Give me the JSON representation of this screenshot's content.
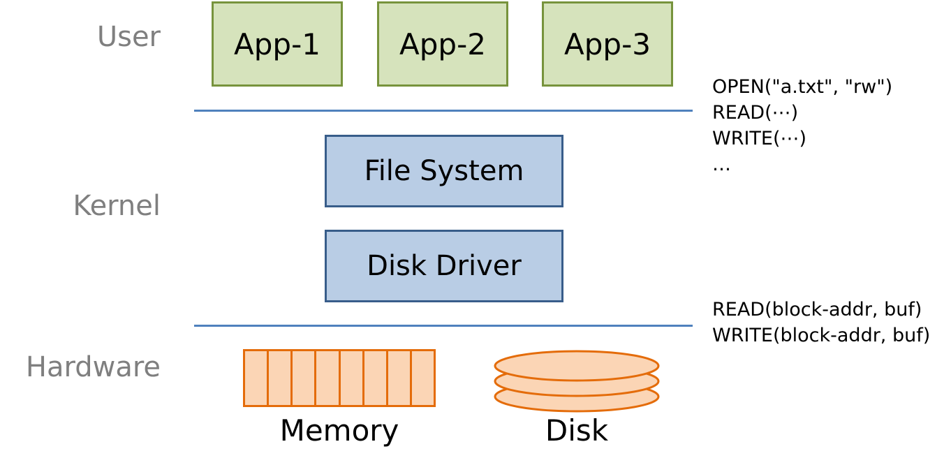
{
  "layers": {
    "user": "User",
    "kernel": "Kernel",
    "hardware": "Hardware"
  },
  "apps": [
    "App-1",
    "App-2",
    "App-3"
  ],
  "kernel": {
    "file_system": "File System",
    "disk_driver": "Disk Driver"
  },
  "syscalls": [
    "OPEN(\"a.txt\", \"rw\")",
    "READ(⋯)",
    "WRITE(⋯)",
    "…"
  ],
  "driver_calls": [
    "READ(block-addr, buf)",
    "WRITE(block-addr, buf)"
  ],
  "hardware": {
    "memory": "Memory",
    "disk": "Disk"
  },
  "colors": {
    "app_fill": "#d6e3bc",
    "app_border": "#77933c",
    "kernel_fill": "#b9cde5",
    "kernel_border": "#385d8a",
    "divider": "#4f81bd",
    "hw_fill": "#fbd5b5",
    "hw_border": "#e46c0a",
    "layer_label": "#7f7f7f"
  }
}
